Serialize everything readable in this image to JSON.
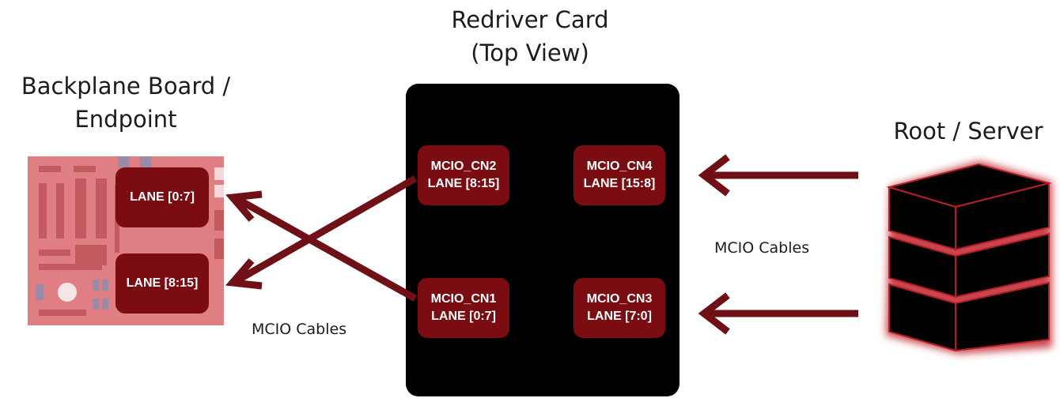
{
  "titles": {
    "redriver": "Redriver Card\n(Top View)",
    "backplane": "Backplane Board /\nEndpoint",
    "root": "Root / Server"
  },
  "redriver_card": {
    "connectors": [
      {
        "name": "MCIO_CN2",
        "lanes": "LANE [8:15]"
      },
      {
        "name": "MCIO_CN4",
        "lanes": "LANE [15:8]"
      },
      {
        "name": "MCIO_CN1",
        "lanes": "LANE [0:7]"
      },
      {
        "name": "MCIO_CN3",
        "lanes": "LANE [7:0]"
      }
    ]
  },
  "backplane": {
    "lanes": [
      "LANE [0:7]",
      "LANE [8:15]"
    ]
  },
  "cable_labels": {
    "left": "MCIO Cables",
    "right": "MCIO Cables"
  },
  "colors": {
    "connector_fill": "#7b0d12",
    "arrow": "#6e1016",
    "card": "#000000",
    "board": "#e07f83",
    "server_glow": "#c0262d"
  },
  "icons": {
    "board": "motherboard-icon",
    "server": "server-stack-icon"
  }
}
